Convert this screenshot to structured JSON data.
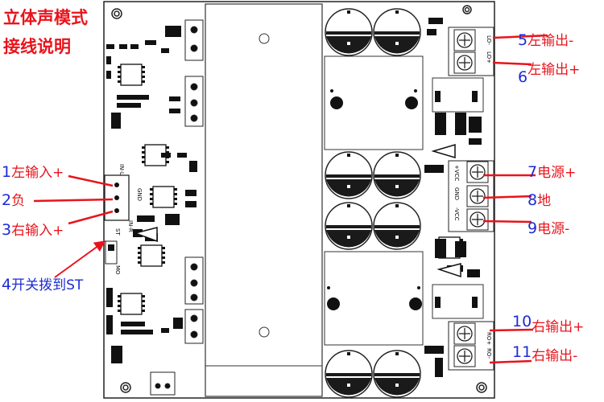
{
  "title": {
    "line1": "立体声模式",
    "line2": "接线说明"
  },
  "left_labels": [
    {
      "num": "1",
      "text": "左输入+"
    },
    {
      "num": "2",
      "text": "负"
    },
    {
      "num": "3",
      "text": "右输入+"
    },
    {
      "num": "4",
      "text": "开关拨到ST"
    }
  ],
  "right_labels": [
    {
      "num": "5",
      "text": "左输出-"
    },
    {
      "num": "6",
      "text": "左输出+"
    },
    {
      "num": "7",
      "text": "电源+"
    },
    {
      "num": "8",
      "text": "地"
    },
    {
      "num": "9",
      "text": "电源-"
    },
    {
      "num": "10",
      "text": "右输出+"
    },
    {
      "num": "11",
      "text": "右输出-"
    }
  ],
  "silkscreen": {
    "in_l": "IN-L",
    "in_r": "IN-R",
    "gnd_in": "GND",
    "st": "ST",
    "mo": "MO",
    "lo_minus": "LO-",
    "lo_plus": "LO+",
    "pvcc": "+VCC",
    "gnd": "GND",
    "nvcc": "-VCC",
    "ro_plus": "RO+",
    "ro_minus": "RO-"
  }
}
